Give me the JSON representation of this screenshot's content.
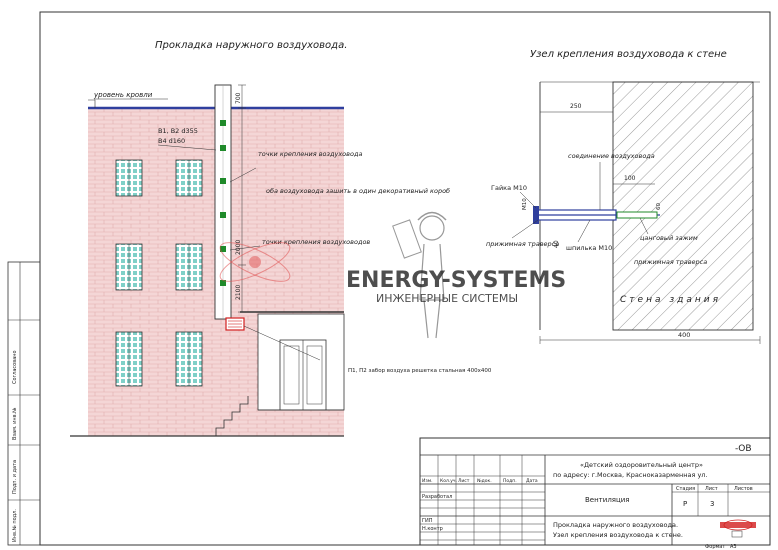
{
  "left_title": "Прокладка наружного воздуховода.",
  "right_title": "Узел крепления воздуховода к стене",
  "left_view": {
    "roof_level": "уровень кровли",
    "dim_top": "700",
    "ducts_line1": "В1, В2  d355",
    "ducts_line2": "В4  d160",
    "mount_points": "точки крепления воздуховода",
    "decor_box": "оба воздуховода зашить в один декоративный короб",
    "mount_points_2": "точки крепления воздуховодов",
    "dim_mid": "2000",
    "dim_low": "2100",
    "grille_note": "П1, П2 забор воздуха решетка стальная 400x400"
  },
  "right_view": {
    "dim_250": "250",
    "dim_100": "100",
    "dim_400": "400",
    "dim_40": "40",
    "dim_m10": "М10",
    "dim_60": "60",
    "connection": "соединение воздуховода",
    "nut": "Гайка М10",
    "stud": "шпилька М10",
    "clamp_left": "прижимная траверса",
    "collet": "цанговый зажим",
    "clamp_right": "прижимная траверса",
    "wall": "Стена здания"
  },
  "watermark": {
    "brand": "ENERGY-SYSTEMS",
    "subtitle": "ИНЖЕНЕРНЫЕ СИСТЕМЫ"
  },
  "side_stamp": {
    "f1": "Согласовано",
    "f2": "Взам. инв.№",
    "f3": "Подп. и дата",
    "f4": "Инв.№ подл."
  },
  "title_block": {
    "code": "-ОВ",
    "project_line1": "«Детский оздоровительный центр»",
    "project_line2": "по адресу: г.Москва, Краснока­зарменная ул.",
    "section": "Вентиляция",
    "sheet_title_line1": "Прокладка наружного воздуховода.",
    "sheet_title_line2": "Узел крепления воздуховода к стене.",
    "h_izm": "Изм.",
    "h_kol": "Кол.уч.",
    "h_list": "Лист",
    "h_doc": "№док.",
    "h_podp": "Подп.",
    "h_date": "Дата",
    "developed": "Разработал",
    "gip": "ГИП",
    "nkontr": "Н.контр",
    "stage_label": "Стадия",
    "sheet_label": "Лист",
    "sheets_label": "Листов",
    "stage_value": "Р",
    "sheet_value": "3",
    "format_label": "Формат",
    "format_value": "А3"
  },
  "colors": {
    "brick_fill": "#f3d3d3",
    "brick_line": "#e7b3b3",
    "duct_green": "#1f8a2a",
    "roof_blue": "#2f3f9e",
    "grille_red": "#d21f1f"
  }
}
